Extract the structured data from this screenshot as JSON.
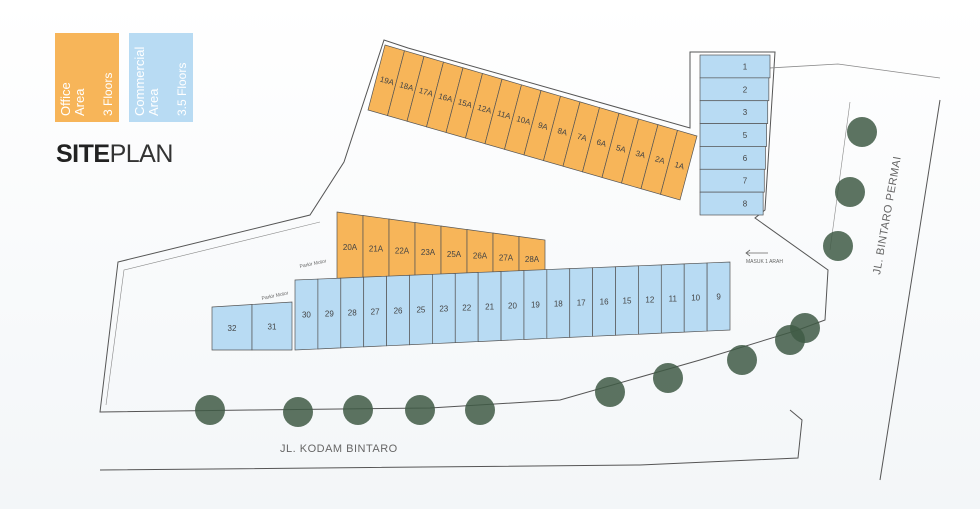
{
  "legend": {
    "office": {
      "label": "Office\nArea",
      "floors": "3 Floors",
      "color": "#f7b559"
    },
    "commercial": {
      "label": "Commercial\nArea",
      "floors": "3.5 Floors",
      "color": "#b8dbf3"
    }
  },
  "title": {
    "bold": "SITE",
    "light": "PLAN"
  },
  "roads": {
    "south": "JL. KODAM BINTARO",
    "east": "JL. BINTARO PERMAI"
  },
  "signs": {
    "entry": "MASUK 1 ARAH",
    "parking_1": "Parkir Motor",
    "parking_2": "Parkir Motor"
  },
  "units": {
    "north_office": [
      "19A",
      "18A",
      "17A",
      "16A",
      "15A",
      "12A",
      "11A",
      "10A",
      "9A",
      "8A",
      "7A",
      "6A",
      "5A",
      "3A",
      "2A",
      "1A"
    ],
    "east_commercial": [
      "1",
      "2",
      "3",
      "5",
      "6",
      "7",
      "8"
    ],
    "mid_office": [
      "20A",
      "21A",
      "22A",
      "23A",
      "25A",
      "26A",
      "27A",
      "28A"
    ],
    "south_commercial": [
      "30",
      "29",
      "28",
      "27",
      "26",
      "25",
      "23",
      "22",
      "21",
      "20",
      "19",
      "18",
      "17",
      "16",
      "15",
      "12",
      "11",
      "10",
      "9"
    ],
    "corner_commercial": [
      "32",
      "31"
    ]
  },
  "colors": {
    "office": "#f7b559",
    "commercial": "#b8dbf3",
    "outline": "#555555",
    "tree": "#3f5a45"
  }
}
